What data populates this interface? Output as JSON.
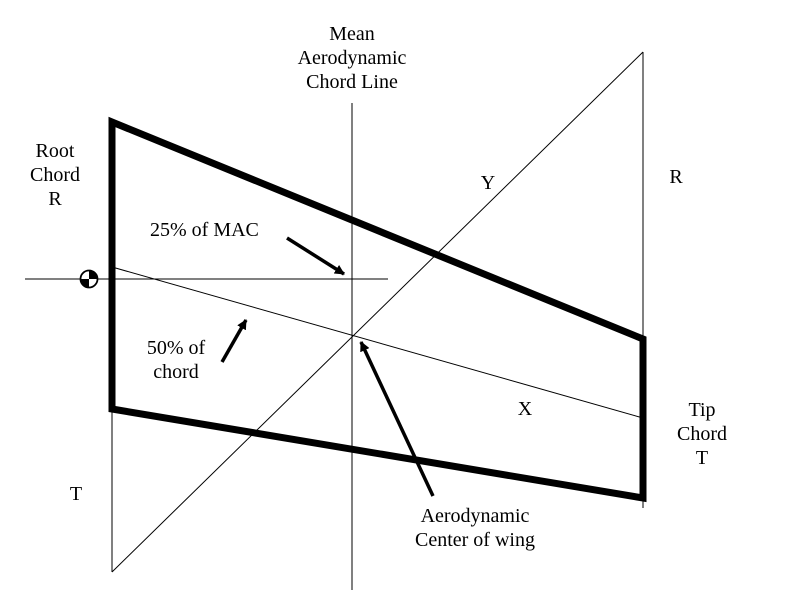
{
  "labels": {
    "mac_line_1": "Mean",
    "mac_line_2": "Aerodynamic",
    "mac_line_3": "Chord Line",
    "root_1": "Root",
    "root_2": "Chord",
    "root_3": "R",
    "right_r": "R",
    "y_label": "Y",
    "mac_25": "25% of MAC",
    "chord_50_1": "50% of",
    "chord_50_2": "chord",
    "x_label": "X",
    "tip_1": "Tip",
    "tip_2": "Chord",
    "tip_3": "T",
    "left_t": "T",
    "ac_1": "Aerodynamic",
    "ac_2": "Center of wing"
  },
  "icons": {
    "cg_marker": "center-of-gravity-symbol"
  },
  "colors": {
    "stroke": "#000000",
    "background": "#ffffff"
  }
}
